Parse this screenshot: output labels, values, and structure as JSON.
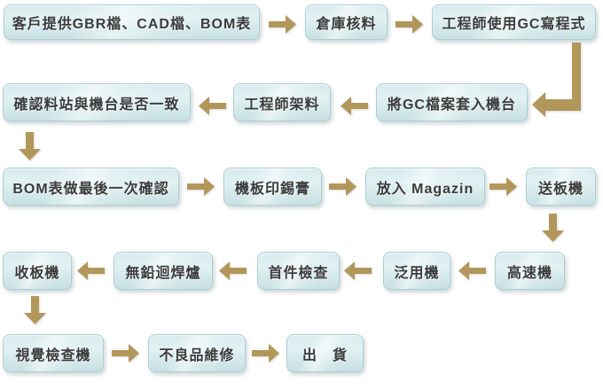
{
  "flowchart": {
    "colors": {
      "page_bg": "#ffffff",
      "box_border": "#a9ced3",
      "box_top": "#d8ebee",
      "box_bottom": "#c9e1e3",
      "arrow": "#b2975a",
      "text": "#3b3b3b"
    },
    "steps": [
      {
        "label": "客戶提供GBR檔、CAD檔、BOM表"
      },
      {
        "label": "倉庫核料"
      },
      {
        "label": "工程師使用GC寫程式"
      },
      {
        "label": "將GC檔案套入機台"
      },
      {
        "label": "工程師架料"
      },
      {
        "label": "確認料站與機台是否一致"
      },
      {
        "label": "BOM表做最後一次確認"
      },
      {
        "label": "機板印錫膏"
      },
      {
        "label": "放入 Magazin"
      },
      {
        "label": "送板機"
      },
      {
        "label": "高速機"
      },
      {
        "label": "泛用機"
      },
      {
        "label": "首件檢查"
      },
      {
        "label": "無鉛迴焊爐"
      },
      {
        "label": "收板機"
      },
      {
        "label": "視覺檢查機"
      },
      {
        "label": "不良品維修"
      },
      {
        "label": "出　貨"
      }
    ]
  }
}
